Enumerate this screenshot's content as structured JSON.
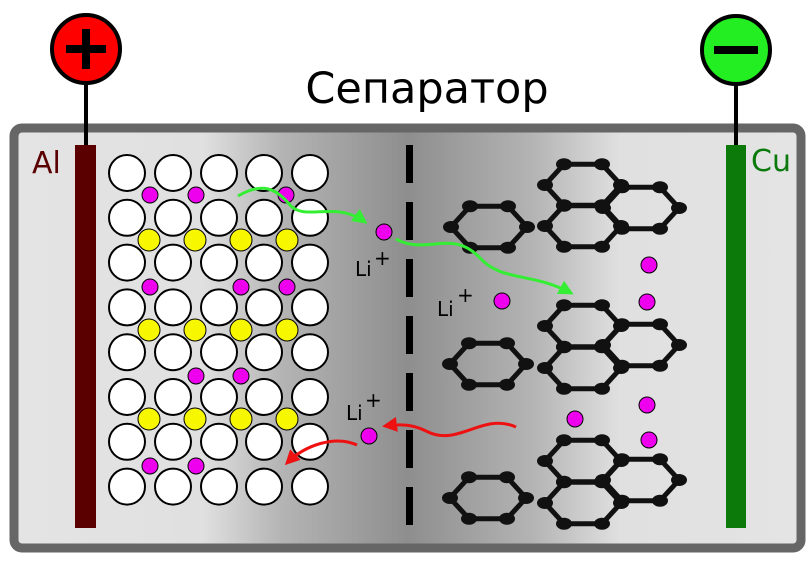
{
  "title": "Сепаратор",
  "terminals": {
    "positive": {
      "symbol": "+",
      "color": "#ff0000"
    },
    "negative": {
      "symbol": "−",
      "color": "#22ee22"
    }
  },
  "collectors": {
    "left_label": "Al",
    "left_color": "#5a0000",
    "right_label": "Cu",
    "right_color": "#0b7a0b"
  },
  "ion_labels": {
    "ion1": "Li",
    "ion2": "Li",
    "ion3": "Li",
    "charge": "+"
  },
  "colors": {
    "lithium": "#ee00ee",
    "transition_metal": "#f7f700",
    "oxygen": "#ffffff",
    "charge_arrow": "#33ee33",
    "discharge_arrow": "#ee1111",
    "graphite": "#111111",
    "casing": "#666666"
  }
}
